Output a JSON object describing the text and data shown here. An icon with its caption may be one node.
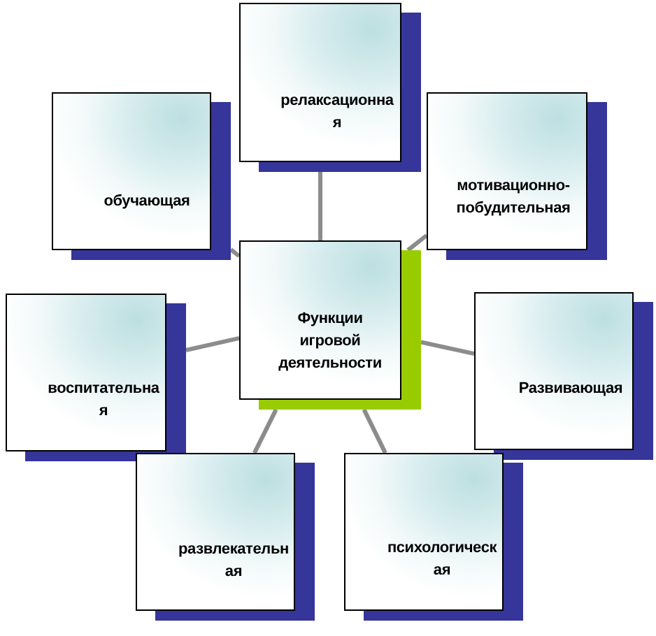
{
  "diagram": {
    "nodes": [
      {
        "text": [
          "релаксационная"
        ]
      },
      {
        "text": [
          "обучающая"
        ]
      },
      {
        "text": [
          "мотивационно-побудительная"
        ]
      },
      {
        "text": [
          "Функции игровой деятельности"
        ]
      },
      {
        "text": [
          "воспитательная"
        ]
      },
      {
        "text": [
          "Развивающая"
        ]
      },
      {
        "text": [
          "развлекательная"
        ]
      },
      {
        "text": [
          "психологическая"
        ]
      }
    ],
    "edges": [
      {
        "from": 3,
        "to": 0,
        "arrow": "none"
      },
      {
        "from": 3,
        "to": 1,
        "arrow": "none"
      },
      {
        "from": 3,
        "to": 2,
        "arrow": "none"
      },
      {
        "from": 3,
        "to": 4,
        "arrow": "none"
      },
      {
        "from": 3,
        "to": 5,
        "arrow": "none"
      },
      {
        "from": 3,
        "to": 6,
        "arrow": "none"
      },
      {
        "from": 3,
        "to": 7,
        "arrow": "none"
      }
    ]
  }
}
